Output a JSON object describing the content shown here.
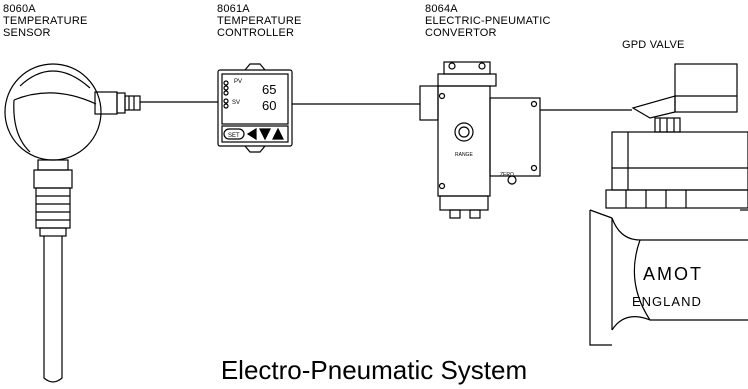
{
  "components": {
    "sensor": {
      "code": "8060A",
      "line1": "TEMPERATURE",
      "line2": "SENSOR"
    },
    "controller": {
      "code": "8061A",
      "line1": "TEMPERATURE",
      "line2": "CONTROLLER",
      "pv_label": "PV",
      "sv_label": "SV",
      "pv_value": "65",
      "sv_value": "60",
      "set_label": "SET"
    },
    "convertor": {
      "code": "8064A",
      "line1": "ELECTRIC-PNEUMATIC",
      "line2": "CONVERTOR",
      "range_label": "RANGE",
      "zero_label": "ZERO"
    },
    "valve": {
      "title": "GPD  VALVE",
      "brand": "AMOT",
      "country": "ENGLAND"
    }
  },
  "caption": "Electro-Pneumatic System"
}
